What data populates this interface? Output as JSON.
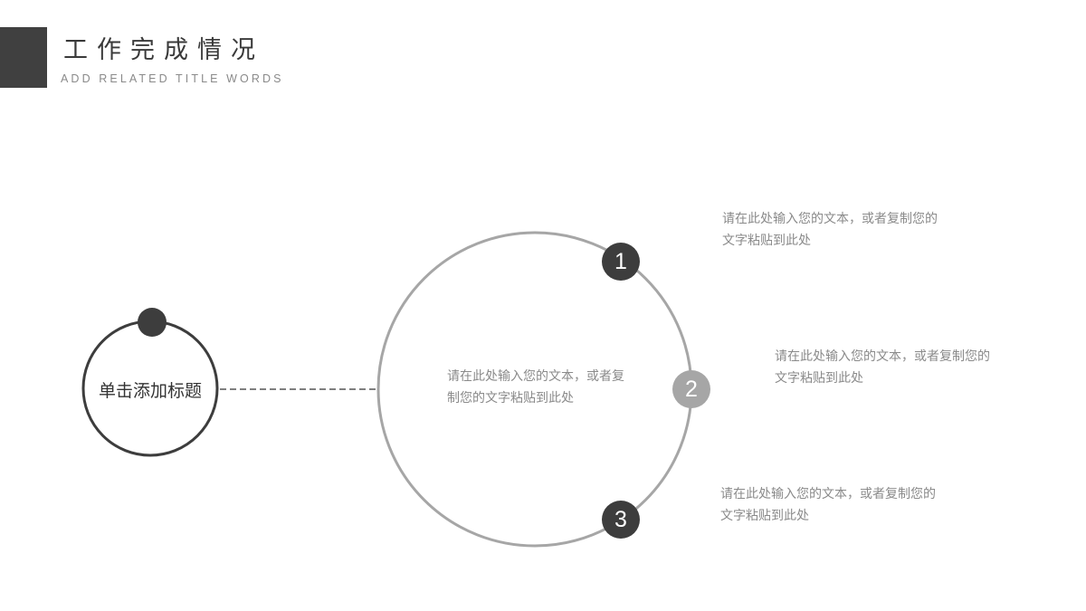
{
  "header": {
    "title": "工作完成情况",
    "subtitle": "ADD RELATED TITLE WORDS"
  },
  "diagram": {
    "main_node": {
      "label": "单击添加标题"
    },
    "center_circle": {
      "text": "请在此处输入您的文本，或者复制您的文字粘贴到此处"
    },
    "items": [
      {
        "number": "1",
        "text": "请在此处输入您的文本，或者复制您的文字粘贴到此处",
        "badge_color": "#3d3d3d"
      },
      {
        "number": "2",
        "text": "请在此处输入您的文本，或者复制您的文字粘贴到此处",
        "badge_color": "#a6a6a6"
      },
      {
        "number": "3",
        "text": "请在此处输入您的文本，或者复制您的文字粘贴到此处",
        "badge_color": "#3d3d3d"
      }
    ]
  },
  "colors": {
    "dark": "#3d3d3d",
    "gray": "#a6a6a6",
    "text_gray": "#8a8a8a"
  }
}
